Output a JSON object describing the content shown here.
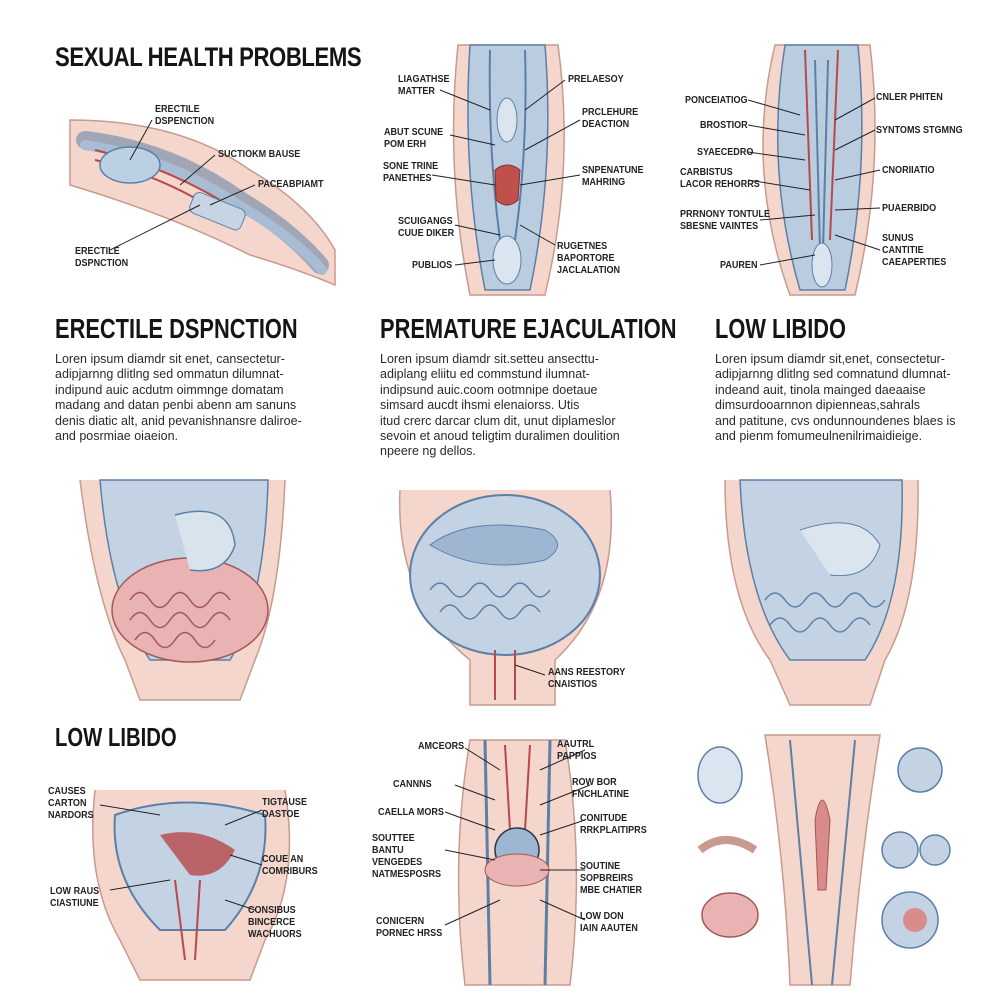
{
  "header": {
    "title": "SEXUAL HEALTH PROBLEMS"
  },
  "panel1": {
    "labels": [
      "ERECTILE\nDSPENCTION",
      "SUCTIOKM BAUSE",
      "PACEABPIAMT",
      "ERECTILE\nDSPNCTION"
    ]
  },
  "panel2": {
    "labels_left": [
      "LIAGATHSE\nMATTER",
      "ABUT SCUNE\nPOM ERH",
      "SONE TRINE\nPANETHES",
      "SCUIGANGS\nCUUE DIKER",
      "PUBLIOS"
    ],
    "labels_right": [
      "PRELAESOY",
      "PRCLEHURE\nDEACTION",
      "SNPENATUNE\nMAHRING",
      "RUGETNES\nBAPORTORE\nJACLALATION"
    ]
  },
  "panel3": {
    "labels_left": [
      "PONCEIATIOG",
      "BROSTIOR",
      "SYAECEDRO",
      "CARBISTUS\nLACOR REHORRS",
      "PRRNONY TONTULE\nSBESNE VAINTES",
      "PAUREN"
    ],
    "labels_right": [
      "CNLER PHITEN",
      "SYNTOMS STGMNG",
      "CNORIIATIO",
      "PUAERBIDO",
      "SUNUS\nCANTITIE\nCAEAPERTIES"
    ]
  },
  "sections": [
    {
      "title": "ERECTILE DSPNCTION",
      "body": "Loren ipsum diamdr sit enet, cansectetur-\nadipjarnng dlitlng sed ommatun dilumnat-\nindipund auic acdutm oimmnge domatam\nmadang and datan penbi abenn am sanuns\ndenis diatic alt, anid pevanishnansre daliroe-\nand posrmiae oiaeion."
    },
    {
      "title": "PREMATURE EJACULATION",
      "body": "Loren ipsum diamdr sit.setteu ansecttu-\nadiplang eliitu ed commstund ilumnat-\nindipsund auic.coom ootmnipe doetaue\nsimsard aucdt ihsmi elenaiorss. Utis\nitud crerc darcar clum dit, unut diplameslor\nsevoin et anoud teligtim duralimen doulition\nnpeere ng dellos."
    },
    {
      "title": "LOW LIBIDO",
      "body": "Loren ipsum diamdr sit,enet, consectetur-\nadipjarnng dlitlng sed comnatund dlumnat-\nindeand auit, tinola mainged daeaaise\ndimsurdooarnnon dipienneas,sahrals\nand patitune, cvs ondunnoundenes blaes is\nand pienm fomumeulnenilrimaidieige."
    }
  ],
  "panel5": {
    "labels": [
      "AANS REESTORY\nCNAISTIOS"
    ]
  },
  "lowlibido": {
    "title": "LOW LIBIDO",
    "labels_left": [
      "CAUSES\nCARTON\nNARDORS",
      "LOW RAUS\nCIASTIUNE"
    ],
    "labels_right": [
      "TIGTAUSE\nDASTOE",
      "COUE AN\nCOMRIBURS",
      "CONSIBUS\nBINCERCE\nWACHUORS"
    ]
  },
  "panel8": {
    "labels_left": [
      "AMCEORS",
      "CANNNS",
      "CAELLA MORS",
      "SOUTTEE\nBANTU\nVENGEDES\nNATMESPOSRS",
      "CONICERN\nPORNEC HRSS"
    ],
    "labels_right": [
      "AAUTRL\nPAPPIOS",
      "ROW BOR\nFNCHLATINE",
      "CONITUDE\nRRKPLAITIPRS",
      "SOUTINE\nSOPBREIRS\nMBE CHATIER",
      "LOW DON\nIAIN AAUTEN"
    ]
  },
  "colors": {
    "blue": "#9fb6d2",
    "blueDark": "#5d7fa6",
    "pink": "#eec2b9",
    "skin": "#f4d6cc",
    "red": "#b8484a",
    "ink": "#2b3a4e"
  }
}
